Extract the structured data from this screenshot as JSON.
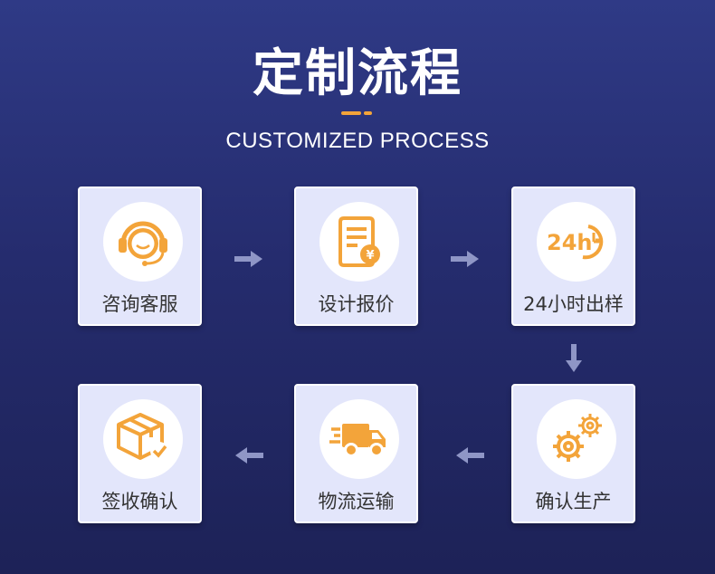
{
  "header": {
    "title": "定制流程",
    "subtitle": "CUSTOMIZED PROCESS"
  },
  "colors": {
    "accent": "#f3a43a",
    "card_bg": "#e3e6fb",
    "arrow": "#8f96c6"
  },
  "steps": [
    {
      "label": "咨询客服",
      "icon": "headset-icon"
    },
    {
      "label": "设计报价",
      "icon": "quote-document-icon"
    },
    {
      "label": "24小时出样",
      "icon": "24h-clock-icon",
      "icon_text": "24h"
    },
    {
      "label": "确认生产",
      "icon": "gears-icon"
    },
    {
      "label": "物流运输",
      "icon": "delivery-truck-icon"
    },
    {
      "label": "签收确认",
      "icon": "package-check-icon"
    }
  ]
}
